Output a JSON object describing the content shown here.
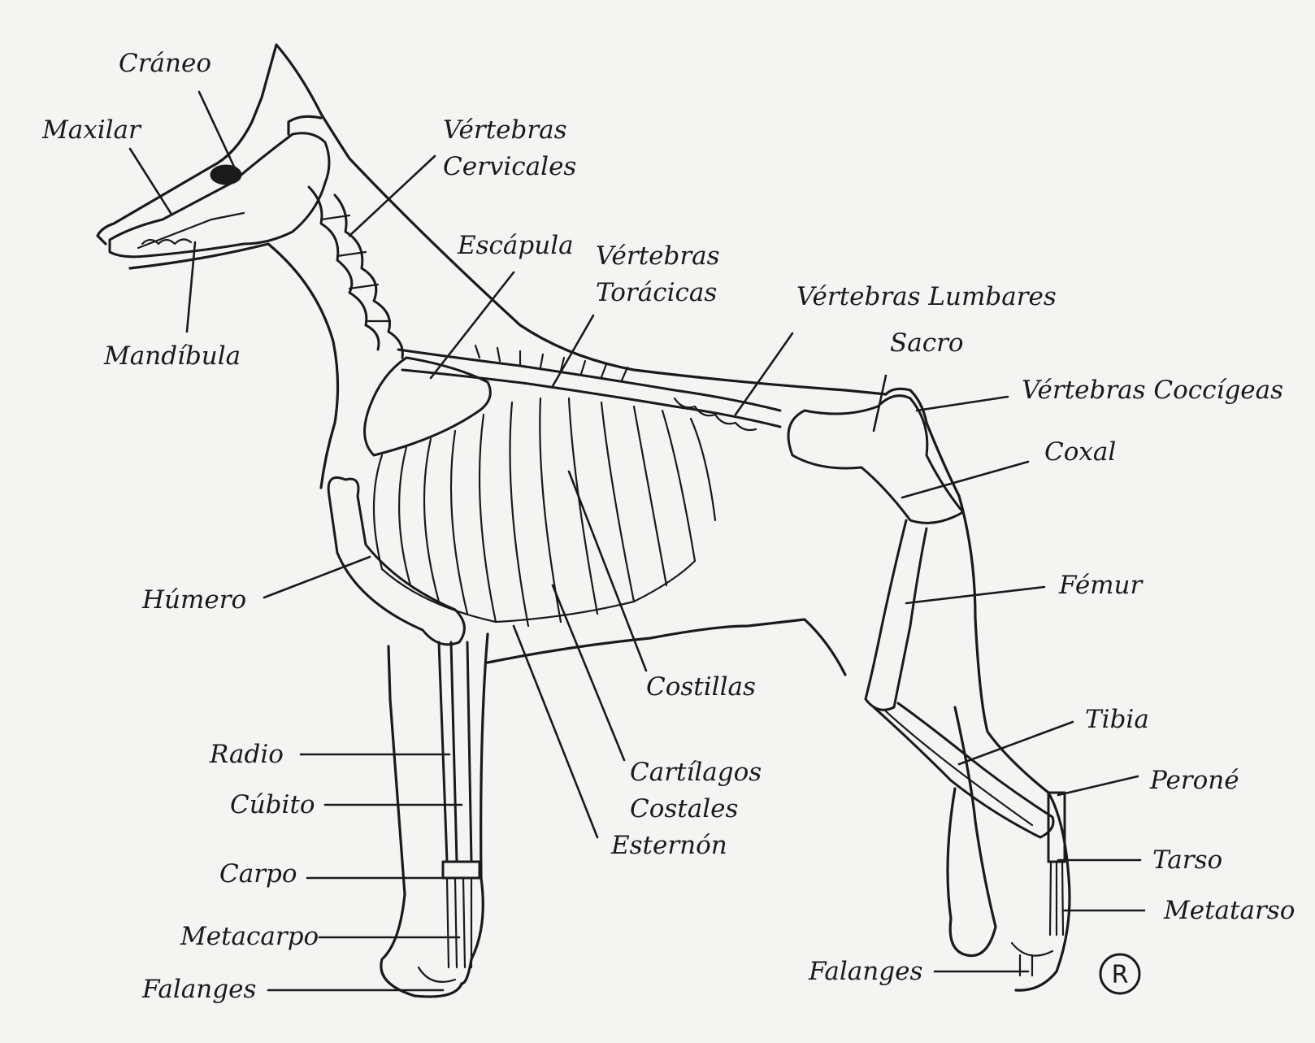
{
  "labels": {
    "craneo": "Cráneo",
    "maxilar": "Maxilar",
    "mandibula": "Mandíbula",
    "vertebras_cervicales": [
      "Vértebras",
      "Cervicales"
    ],
    "escapula": "Escápula",
    "vertebras_toracicas": [
      "Vértebras",
      "Torácicas"
    ],
    "vertebras_lumbares": "Vértebras Lumbares",
    "sacro": "Sacro",
    "vertebras_coccigeas": "Vértebras Coccígeas",
    "coxal": "Coxal",
    "humero": "Húmero",
    "femur": "Fémur",
    "costillas": "Costillas",
    "tibia": "Tibia",
    "radio": "Radio",
    "cartilagos_costales": [
      "Cartílagos",
      "Costales"
    ],
    "perone": "Peroné",
    "cubito": "Cúbito",
    "esternon": "Esternón",
    "tarso": "Tarso",
    "carpo": "Carpo",
    "metatarso": "Metatarso",
    "metacarpo": "Metacarpo",
    "falanges_front": "Falanges",
    "falanges_hind": "Falanges"
  },
  "registered_mark": "R",
  "colors": {
    "ink": "#1a1a1a",
    "paper": "#f4f4f2"
  }
}
